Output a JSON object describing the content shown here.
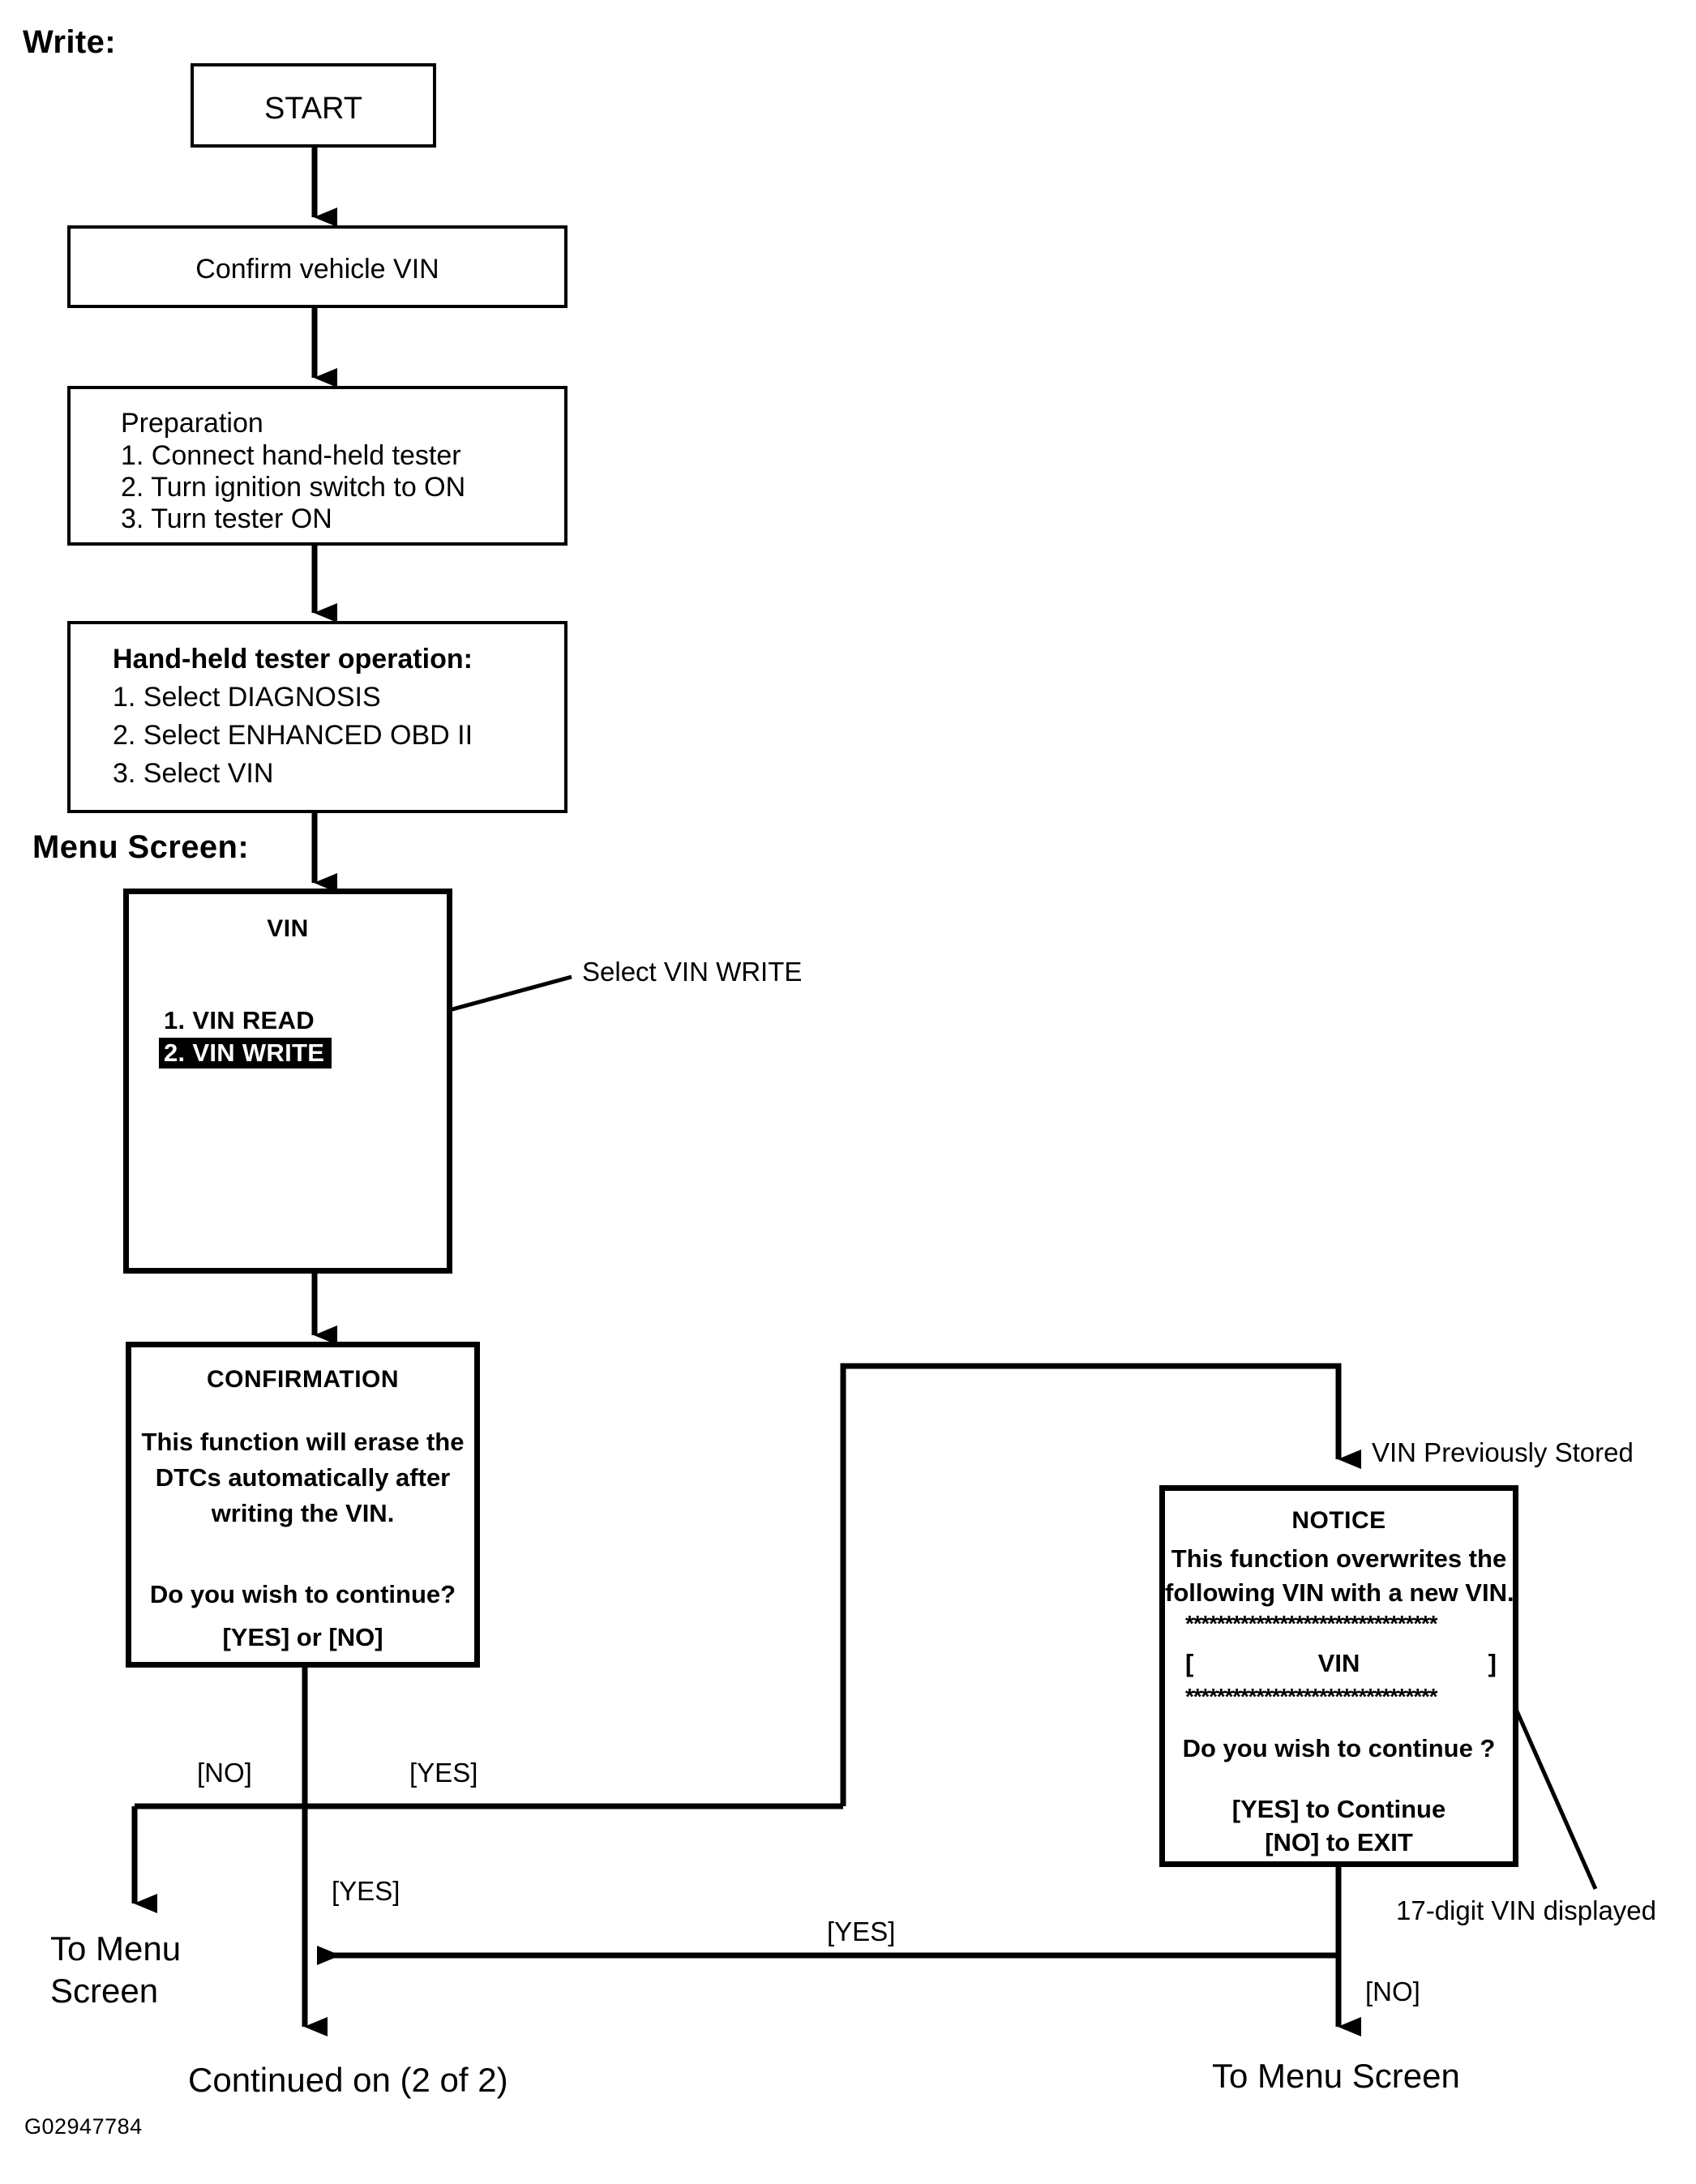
{
  "figure": {
    "id_label": "G02947784",
    "section_heading": "Write:",
    "menu_screen_heading": "Menu Screen:"
  },
  "nodes": {
    "start": {
      "label": "START"
    },
    "confirm_vin": {
      "label": "Confirm vehicle VIN"
    },
    "preparation": {
      "title": "Preparation",
      "steps": [
        "1. Connect hand-held tester",
        "2. Turn ignition switch to ON",
        "3. Turn tester ON"
      ]
    },
    "tester_operation": {
      "title": "Hand-held tester operation:",
      "steps": [
        "1. Select DIAGNOSIS",
        "2. Select ENHANCED OBD II",
        "3. Select VIN"
      ]
    },
    "vin_menu": {
      "title": "VIN",
      "items": [
        {
          "label": "1. VIN READ",
          "selected": false
        },
        {
          "label": "2. VIN WRITE",
          "selected": true
        }
      ]
    },
    "confirmation": {
      "title": "CONFIRMATION",
      "lines": [
        "This function will erase the",
        "DTCs automatically after",
        "writing the VIN."
      ],
      "question": "Do you wish to continue?",
      "options": "[YES] or [NO]"
    },
    "notice": {
      "title": "NOTICE",
      "lines": [
        "This function overwrites the",
        "following VIN with a new VIN."
      ],
      "divider_top": "********************************",
      "vin_field_open": "[",
      "vin_field_label": "VIN",
      "vin_field_close": "]",
      "divider_bottom": "********************************",
      "question": "Do you wish to continue ?",
      "option_yes": "[YES] to Continue",
      "option_no": "[NO] to EXIT"
    }
  },
  "annotations": {
    "select_vin_write": "Select VIN WRITE",
    "vin_previously_stored": "VIN Previously Stored",
    "seventeen_digit_vin": "17-digit VIN displayed"
  },
  "edge_labels": {
    "confirmation_no": "[NO]",
    "confirmation_yes": "[YES]",
    "confirmation_yes_down": "[YES]",
    "notice_yes": "[YES]",
    "notice_no": "[NO]"
  },
  "terminators": {
    "to_menu_screen_left_line1": "To Menu",
    "to_menu_screen_left_line2": "Screen",
    "continued_on": "Continued on (2 of 2)",
    "to_menu_screen_right": "To Menu Screen"
  },
  "colors": {
    "ink": "#000000",
    "paper": "#ffffff",
    "highlight_bg": "#000000",
    "highlight_fg": "#ffffff"
  }
}
